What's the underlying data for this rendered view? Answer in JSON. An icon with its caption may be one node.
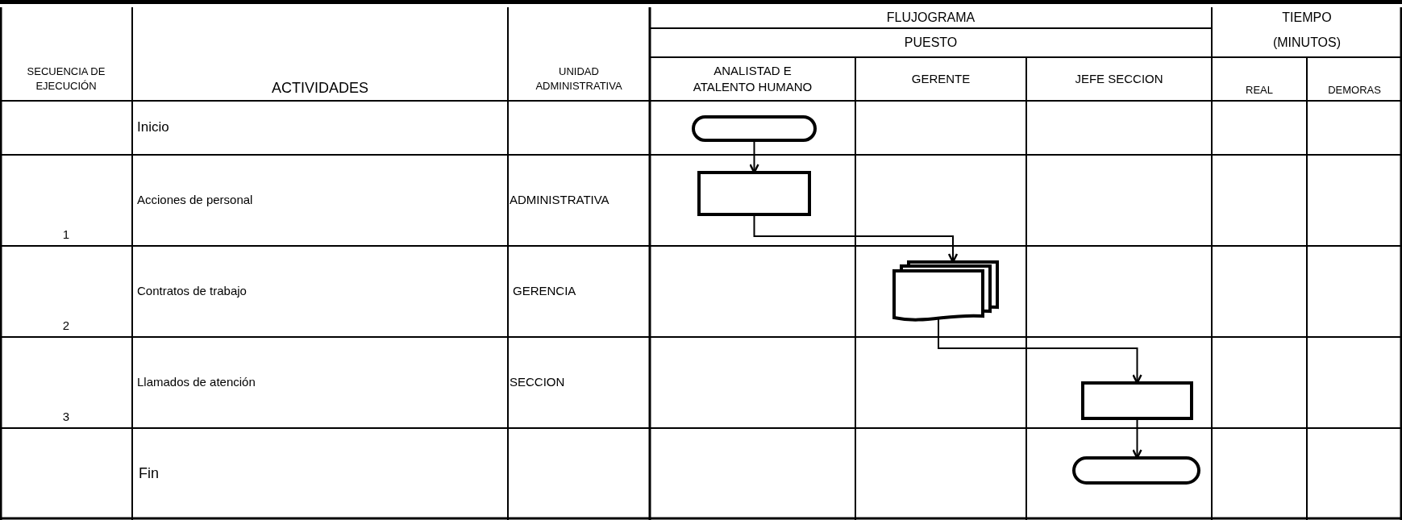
{
  "diagram": {
    "nodes": [
      {
        "text": [],
        "shape": "terminal"
      },
      {
        "text": [],
        "shape": "box"
      },
      {
        "text": [],
        "shape": "document"
      },
      {
        "text": [],
        "shape": "box"
      },
      {
        "text": [],
        "shape": "terminal"
      }
    ],
    "edges": [
      {
        "from": 0,
        "to": 1,
        "arrow": "to"
      },
      {
        "from": 1,
        "to": 2,
        "arrow": "to"
      },
      {
        "from": 2,
        "to": 3,
        "arrow": "to"
      },
      {
        "from": 3,
        "to": 4,
        "arrow": "to"
      }
    ],
    "labels": [
      "FLUJOGRAMA",
      "TIEMPO",
      "PUESTO",
      "(MINUTOS)",
      "SECUENCIA DE EJECUCIÓN",
      "ACTIVIDADES",
      "UNIDAD ADMINISTRATIVA",
      "ANALISTAD E ATALENTO HUMANO",
      "GERENTE",
      "JEFE SECCION",
      "REAL",
      "DEMORAS",
      "Inicio",
      "1",
      "Acciones de personal",
      "ADMINISTRATIVA",
      "2",
      "Contratos de trabajo",
      "GERENCIA",
      "3",
      "Llamados de atención",
      "SECCION",
      "Fin"
    ]
  }
}
